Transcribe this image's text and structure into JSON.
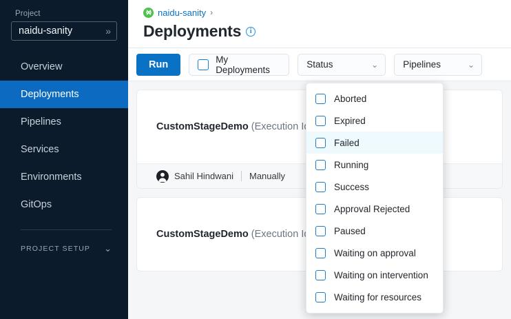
{
  "sidebar": {
    "project_label": "Project",
    "project_name": "naidu-sanity",
    "expand_icon": "»",
    "items": [
      {
        "label": "Overview",
        "active": false
      },
      {
        "label": "Deployments",
        "active": true
      },
      {
        "label": "Pipelines",
        "active": false
      },
      {
        "label": "Services",
        "active": false
      },
      {
        "label": "Environments",
        "active": false
      },
      {
        "label": "GitOps",
        "active": false
      }
    ],
    "setup_label": "PROJECT SETUP",
    "setup_chevron": "⌄"
  },
  "header": {
    "breadcrumb_project": "naidu-sanity",
    "breadcrumb_arrow": "›",
    "title": "Deployments",
    "info_icon": "i"
  },
  "toolbar": {
    "run_label": "Run",
    "my_deployments_label": "My Deployments",
    "my_deployments_checked": false,
    "status_label": "Status",
    "pipelines_label": "Pipelines",
    "chevron": "⌄"
  },
  "status_dropdown": {
    "open": true,
    "items": [
      {
        "label": "Aborted",
        "checked": false,
        "hover": false
      },
      {
        "label": "Expired",
        "checked": false,
        "hover": false
      },
      {
        "label": "Failed",
        "checked": false,
        "hover": true
      },
      {
        "label": "Running",
        "checked": false,
        "hover": false
      },
      {
        "label": "Success",
        "checked": false,
        "hover": false
      },
      {
        "label": "Approval Rejected",
        "checked": false,
        "hover": false
      },
      {
        "label": "Paused",
        "checked": false,
        "hover": false
      },
      {
        "label": "Waiting on approval",
        "checked": false,
        "hover": false
      },
      {
        "label": "Waiting on intervention",
        "checked": false,
        "hover": false
      },
      {
        "label": "Waiting for resources",
        "checked": false,
        "hover": false
      }
    ]
  },
  "cards": [
    {
      "name": "CustomStageDemo",
      "meta": " (Execution Id",
      "user": "Sahil Hindwani",
      "trigger": "Manually",
      "has_footer": true
    },
    {
      "name": "CustomStageDemo",
      "meta": " (Execution Id",
      "user": "",
      "trigger": "",
      "has_footer": false
    }
  ],
  "colors": {
    "sidebar_bg": "#0b1b2b",
    "accent_blue": "#0a72c4",
    "active_nav": "#0c6bc0",
    "hover_row": "#effaff",
    "content_bg": "#f4f6f8",
    "logo_green": "#4dc24d"
  }
}
